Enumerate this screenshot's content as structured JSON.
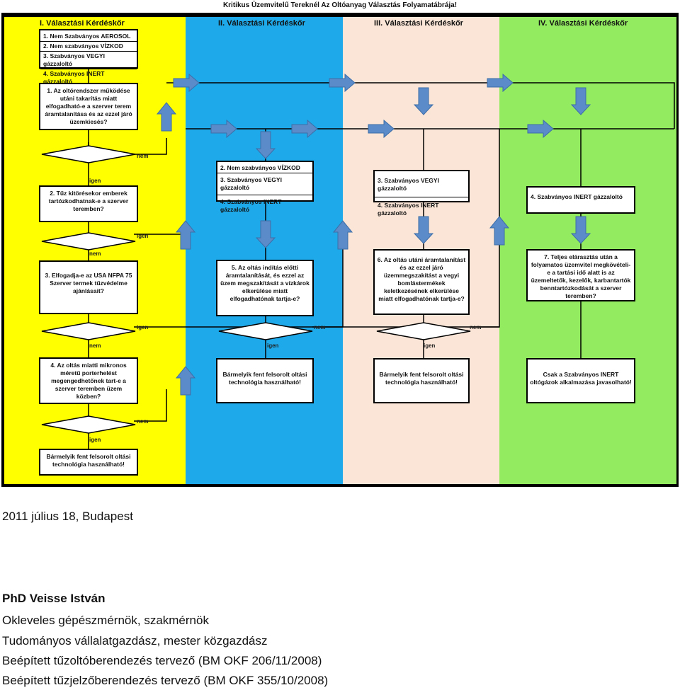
{
  "title": "Kritikus Üzemvitelű Tereknél Az Oltóanyag Választás Folyamatábrája!",
  "colors": {
    "col1": "#ffff00",
    "col2": "#1eaaea",
    "col3": "#fbe5d6",
    "col4": "#93ec60",
    "arrow": "#5b8bc9"
  },
  "columns": [
    {
      "heading": "I. Választási Kérdéskőr"
    },
    {
      "heading": "II. Választási Kérdéskőr"
    },
    {
      "heading": "III. Választási Kérdéskőr"
    },
    {
      "heading": "IV. Választási Kérdéskőr"
    }
  ],
  "boxes": {
    "options1": [
      "1. Nem Szabványos AEROSOL",
      "2. Nem szabványos VÍZKOD",
      "3. Szabványos VEGYI gázzaloltó",
      "4. Szabványos INERT gázzaloltó"
    ],
    "q1": "1. Az oltórendszer működése utáni takarítás miatt elfogadható-e a szerver terem áramtalanítása és az ezzel járó üzemkiesés?",
    "q2": "2. Tűz kitörésekor emberek tartózkodhatnak-e a szerver teremben?",
    "q3": "3. Elfogadja-e az USA NFPA 75 Szerver termek tűzvédelme ajánlásait?",
    "q4": "4. Az oltás miatti mikronos méretű porterhelést megengedhetőnek tart-e a szerver teremben üzem közben?",
    "r1": "Bármelyik fent felsorolt oltási technológia használható!",
    "options2": [
      "2. Nem szabványos VÍZKOD",
      "3. Szabványos VEGYI gázzaloltó",
      "4. Szabványos INERT gázzaloltó"
    ],
    "q5": "5. Az oltás indítás előtti áramtalanítását, és ezzel az üzem megszakítását a vízkárok elkerülése miatt elfogadhatónak tartja-e?",
    "r2": "Bármelyik fent felsorolt oltási technológia használható!",
    "options3": [
      "3. Szabványos VEGYI gázzaloltó",
      "4. Szabványos INERT gázzaloltó"
    ],
    "q6": "6. Az oltás utáni áramtalanítást és az ezzel járó üzemmegszakítást a vegyi bomlástermékek keletkezésének elkerülése miatt elfogadhatónak tartja-e?",
    "r3": "Bármelyik fent felsorolt oltási technológia használható!",
    "options4": [
      "4. Szabványos INERT gázzaloltó"
    ],
    "q7": "7. Teljes elárasztás után a folyamatos üzemvitel megkövételi-e a tartási idő alatt is az üzemeltetők, kezelők, karbantartók benntartózkodását a szerver teremben?",
    "r4": "Csak a Szabványos INERT oltógázok alkalmazása javasolható!"
  },
  "labels": {
    "yes": "igen",
    "no": "nem"
  },
  "footer": {
    "date_place": "2011 július 18, Budapest",
    "name": "PhD Veisse István",
    "lines": [
      "Okleveles gépészmérnök, szakmérnök",
      "Tudományos vállalatgazdász, mester közgazdász",
      "Beépített tűzoltóberendezés tervező (BM OKF 206/11/2008)",
      "Beépített tűzjelzőberendezés tervező (BM OKF 355/10/2008)"
    ]
  }
}
